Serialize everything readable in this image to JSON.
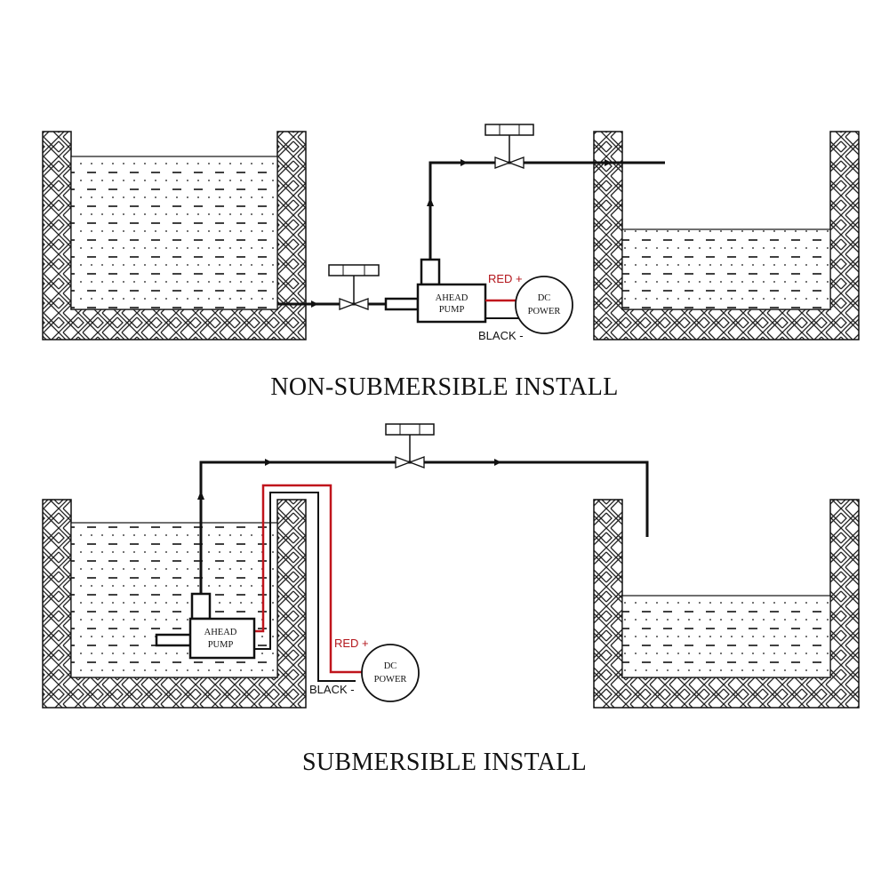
{
  "colors": {
    "line": "#111111",
    "red_wire": "#c0141c",
    "red_label": "#b3151b"
  },
  "icons": {
    "valve": "valve-icon",
    "flow_arrow": "arrow-icon",
    "brick_wall": "brick-hatch"
  },
  "top": {
    "caption": "NON-SUBMERSIBLE INSTALL",
    "pump_line1": "AHEAD",
    "pump_line2": "PUMP",
    "dc_line1": "DC",
    "dc_line2": "POWER",
    "red_label": "RED +",
    "black_label": "BLACK -"
  },
  "bottom": {
    "caption": "SUBMERSIBLE INSTALL",
    "pump_line1": "AHEAD",
    "pump_line2": "PUMP",
    "dc_line1": "DC",
    "dc_line2": "POWER",
    "red_label": "RED +",
    "black_label": "BLACK -"
  }
}
